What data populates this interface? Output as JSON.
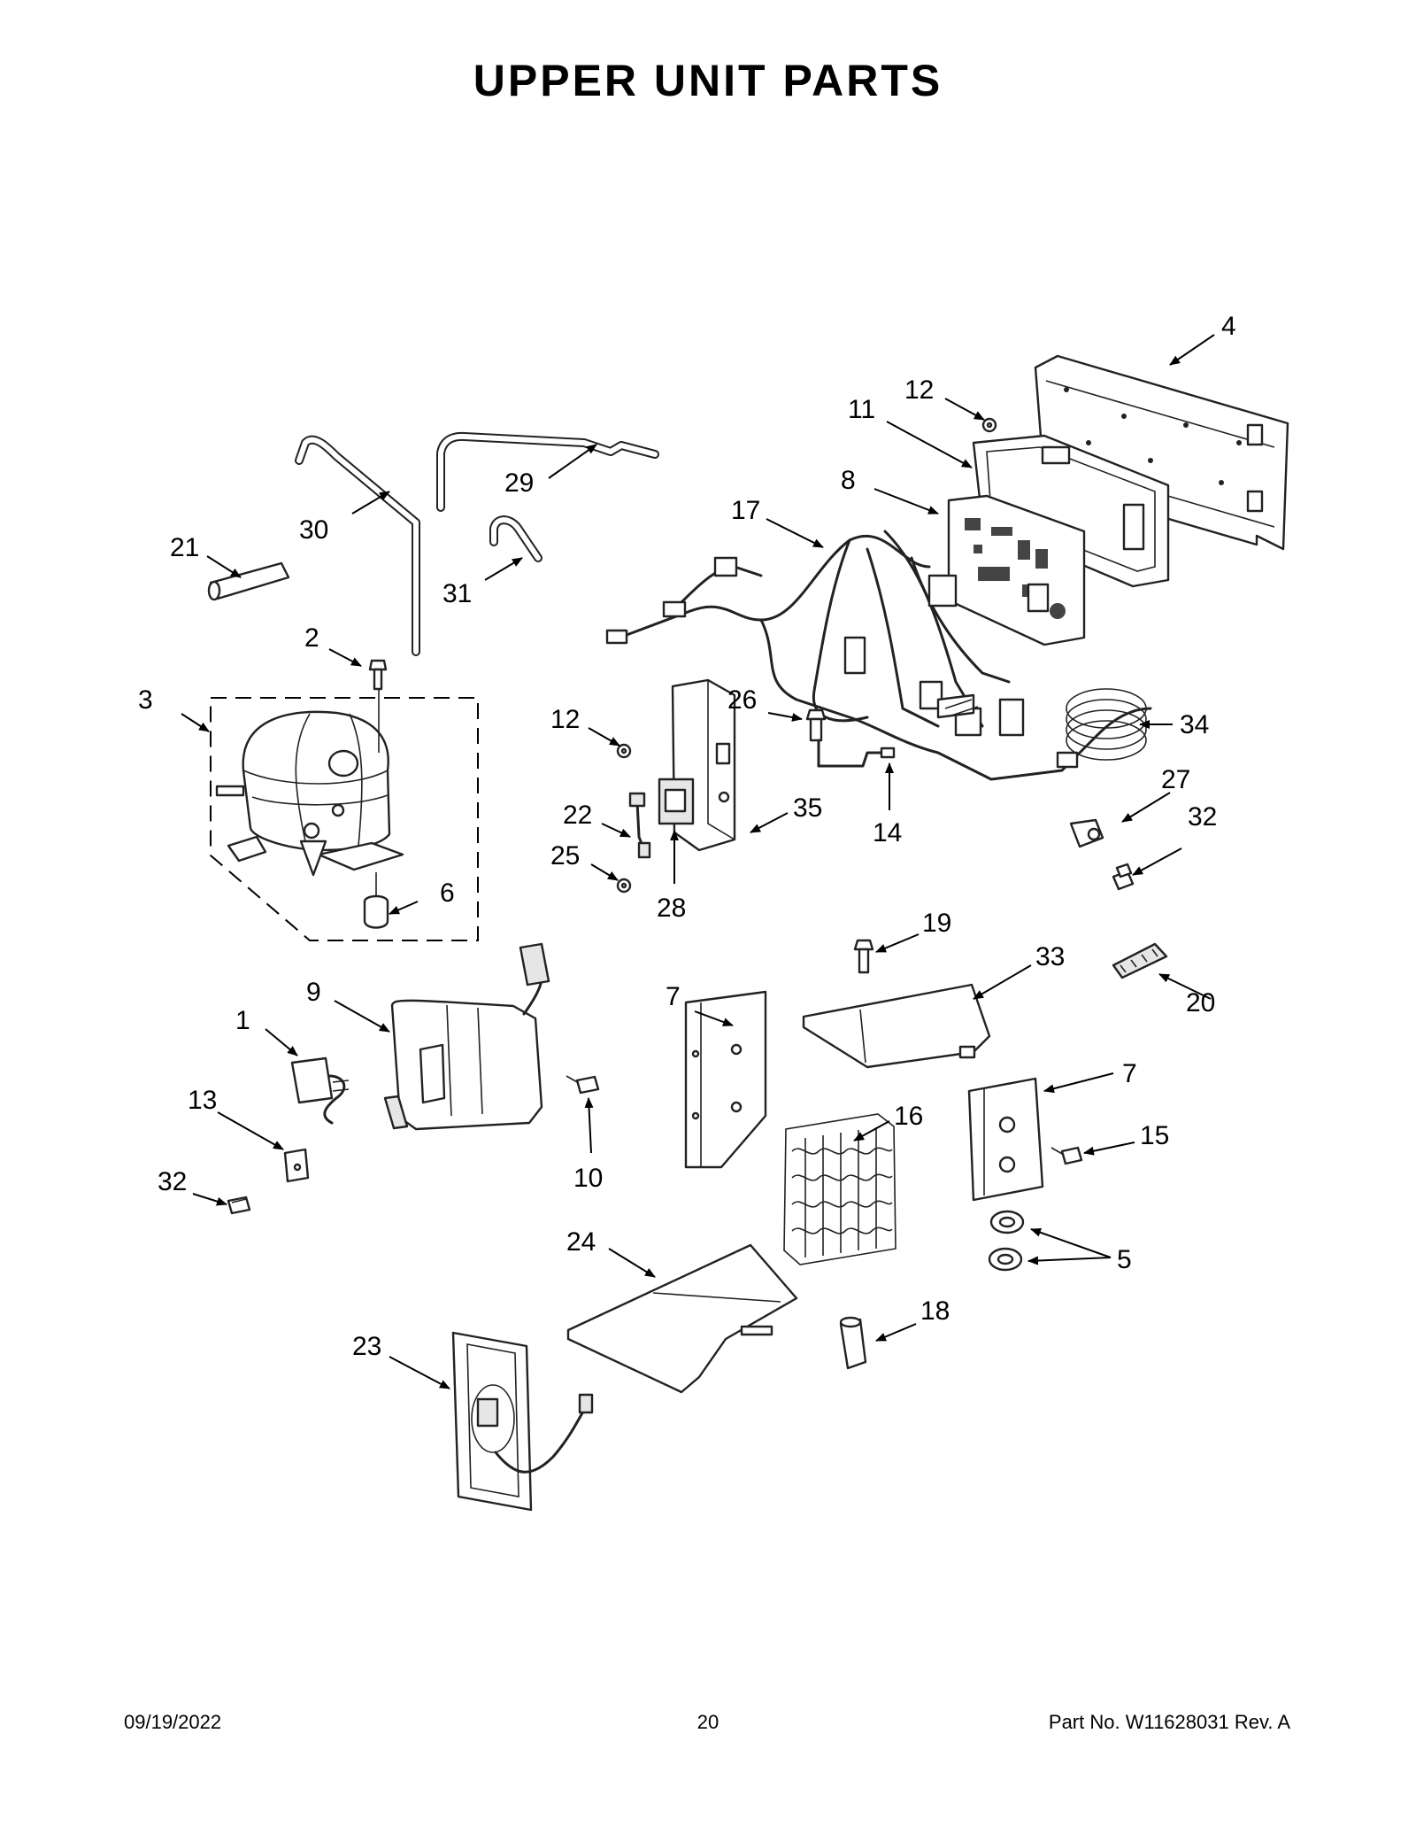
{
  "title": "UPPER UNIT PARTS",
  "footer": {
    "date": "09/19/2022",
    "page": "20",
    "part_number": "Part No.  W11628031  Rev.  A"
  },
  "callouts": {
    "c1": "1",
    "c2": "2",
    "c3": "3",
    "c4": "4",
    "c5": "5",
    "c6": "6",
    "c7a": "7",
    "c7b": "7",
    "c8": "8",
    "c9": "9",
    "c10": "10",
    "c11": "11",
    "c12a": "12",
    "c12b": "12",
    "c13": "13",
    "c14": "14",
    "c15": "15",
    "c16": "16",
    "c17": "17",
    "c18": "18",
    "c19": "19",
    "c20": "20",
    "c21": "21",
    "c22": "22",
    "c23": "23",
    "c24": "24",
    "c25": "25",
    "c26": "26",
    "c27": "27",
    "c28": "28",
    "c29": "29",
    "c30": "30",
    "c31": "31",
    "c32a": "32",
    "c32b": "32",
    "c33": "33",
    "c34": "34",
    "c35": "35"
  }
}
